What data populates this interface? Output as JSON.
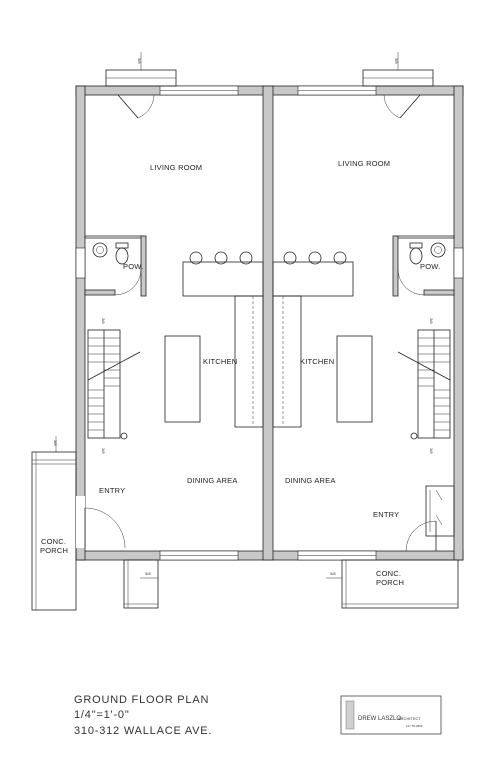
{
  "rooms": {
    "living_left": "LIVING ROOM",
    "living_right": "LIVING ROOM",
    "pow_left": "POW.",
    "pow_right": "POW.",
    "kitchen_left": "KITCHEN",
    "kitchen_right": "KITCHEN",
    "dining_left": "DINING AREA",
    "dining_right": "DINING AREA",
    "entry_left": "ENTRY",
    "entry_right": "ENTRY",
    "porch_left_line1": "CONC.",
    "porch_left_line2": "PORCH",
    "porch_right_line1": "CONC.",
    "porch_right_line2": "PORCH"
  },
  "title_block": {
    "line1": "GROUND FLOOR PLAN",
    "line2": "1/4\"=1'-0\"",
    "line3": "310-312 WALLACE AVE."
  },
  "stamp": {
    "name": "DREW LASZLO",
    "role": "ARCHITECT",
    "license": "LIC 78-3392"
  },
  "colors": {
    "wall_fill": "#c8c8c8",
    "line": "#222222"
  }
}
